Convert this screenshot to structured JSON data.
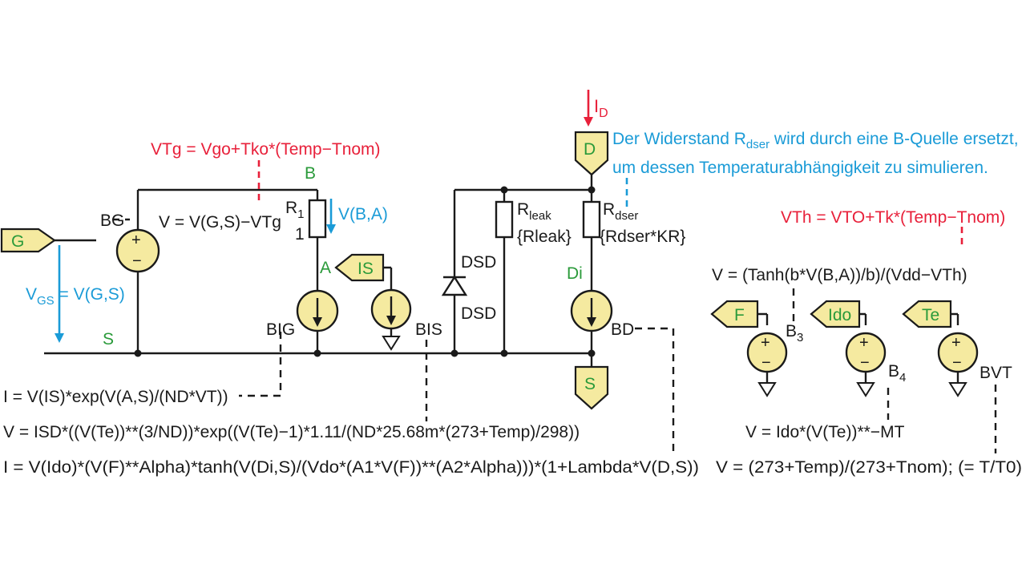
{
  "colors": {
    "ink": "#1a1a1a",
    "red": "#e8203a",
    "blue": "#1a9bd7",
    "green": "#2a9a3a",
    "fill": "#f5eaa0"
  },
  "ports": {
    "G": "G",
    "D": "D",
    "S": "S",
    "IS": "IS",
    "F": "F",
    "Ido": "Ido",
    "Te": "Te"
  },
  "nodes": {
    "B": "B",
    "S": "S",
    "A": "A",
    "Di": "Di"
  },
  "annot": {
    "vtg": "VTg = Vgo+Tko*(Temp−Tnom)",
    "vth": "VTh = VTO+Tk*(Temp−Tnom)",
    "note1_a": "Der Widerstand R",
    "note1_sub": "dser",
    "note1_b": " wird durch eine B-Quelle ersetzt,",
    "note2": "um dessen Temperaturabhängigkeit zu simulieren.",
    "id_main": "I",
    "id_sub": "D",
    "vba": "V(B,A)",
    "vgs_main": "V",
    "vgs_sub": "GS",
    "vgs_rest": " = V(G,S)"
  },
  "labels": {
    "bg": "BG",
    "bg_eq": "V = V(G,S)−VTg",
    "r1_main": "R",
    "r1_sub": "1",
    "r1_val": "1",
    "big": "BIG",
    "bis": "BIS",
    "bd": "BD",
    "dsd1": "DSD",
    "dsd2": "DSD",
    "rleak_main": "R",
    "rleak_sub": "leak",
    "rleak_val": "{Rleak}",
    "rdser_main": "R",
    "rdser_sub": "dser",
    "rdser_val": "{Rdser*KR}",
    "b3_main": "B",
    "b3_sub": "3",
    "b4_main": "B",
    "b4_sub": "4",
    "bvt": "BVT"
  },
  "equations": {
    "big": "I = V(IS)*exp(V(A,S)/(ND*VT))",
    "bis": "V = ISD*((V(Te))**(3/ND))*exp((V(Te)−1)*1.11/(ND*25.68m*(273+Temp)/298))",
    "bd": "I = V(Ido)*(V(F)**Alpha)*tanh(V(Di,S)/(Vdo*(A1*V(F))**(A2*Alpha)))*(1+Lambda*V(D,S))",
    "b3": "V = (Tanh(b*V(B,A))/b)/(Vdd−VTh)",
    "b4": "V = Ido*(V(Te))**−MT",
    "bvt": "V = (273+Temp)/(273+Tnom); (= T/T0)"
  }
}
